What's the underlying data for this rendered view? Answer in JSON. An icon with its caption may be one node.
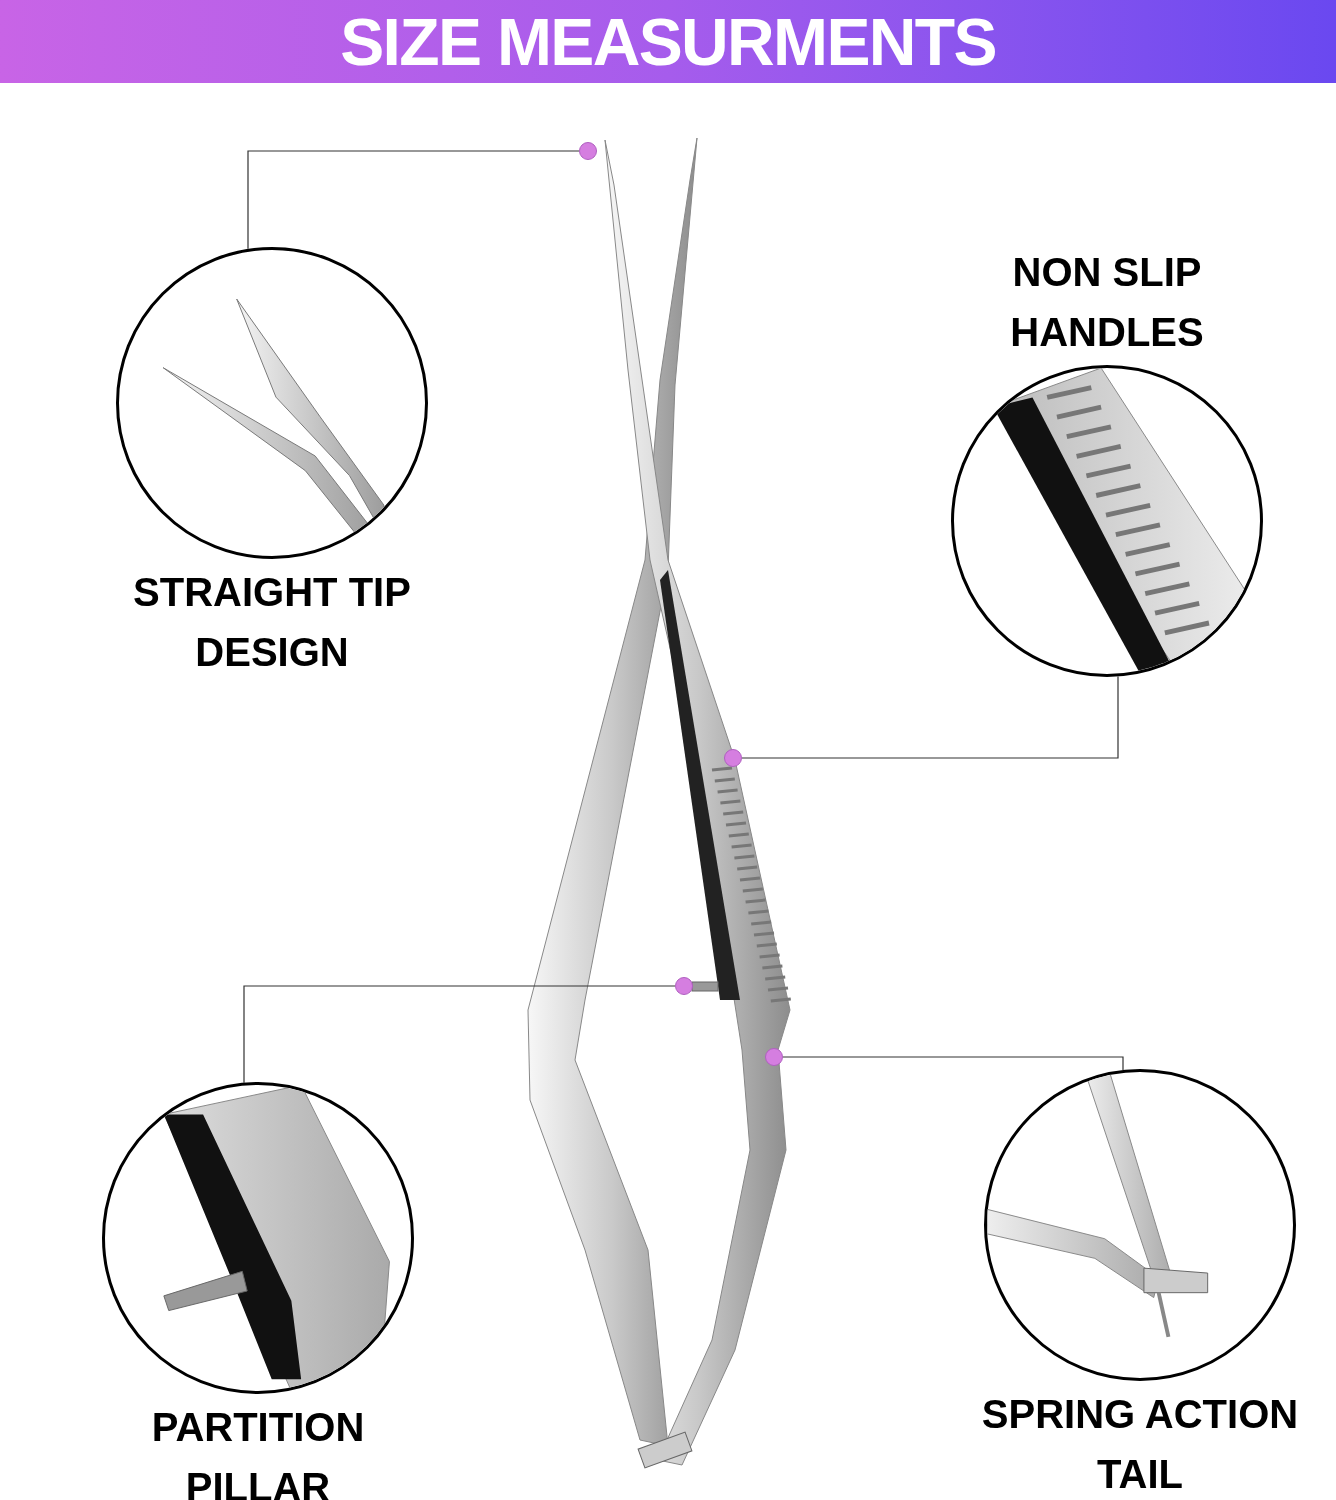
{
  "diagram": {
    "title": "SIZE MEASURMENTS",
    "nodes": [
      {
        "text": [
          "STRAIGHT TIP DESIGN"
        ]
      },
      {
        "text": [
          "NON SLIP HANDLES"
        ]
      },
      {
        "text": [
          "PARTITION PILLAR"
        ]
      },
      {
        "text": [
          "SPRING ACTION TAIL"
        ]
      },
      {
        "text": [],
        "shape": "circle"
      },
      {
        "text": [],
        "shape": "circle"
      },
      {
        "text": [],
        "shape": "circle"
      },
      {
        "text": [],
        "shape": "circle"
      }
    ],
    "edges": [
      {
        "from": 0,
        "to": 4,
        "arrow": "none"
      },
      {
        "from": 1,
        "to": 5,
        "arrow": "none"
      },
      {
        "from": 2,
        "to": 6,
        "arrow": "none"
      },
      {
        "from": 3,
        "to": 7,
        "arrow": "none"
      }
    ]
  }
}
